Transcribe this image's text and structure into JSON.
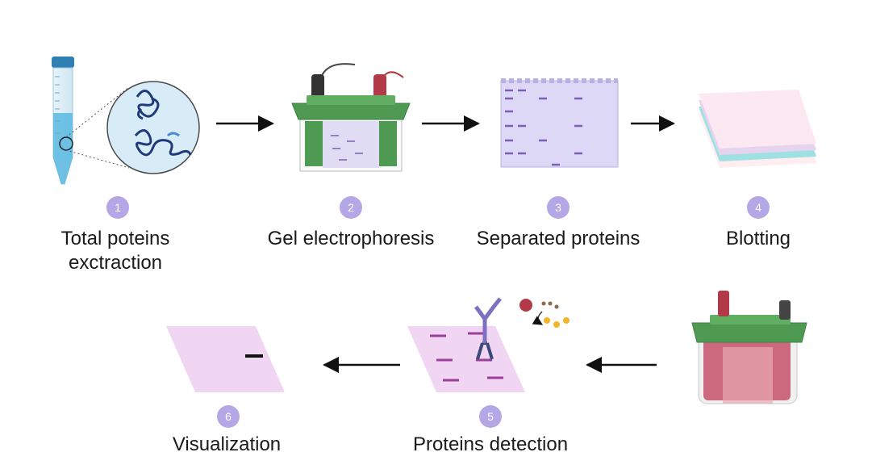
{
  "colors": {
    "badge": "#b3a7e6",
    "arrow": "#111111",
    "gel_green": "#4f9a52",
    "band_purple": "#7d5fb5",
    "membrane_pink": "#f3ddf5",
    "tube_blue": "#59b8e0"
  },
  "steps": [
    {
      "number": "1",
      "label_lines": [
        "Total poteins",
        "exctraction"
      ],
      "icon": "tube-with-protein-zoom-icon"
    },
    {
      "number": "2",
      "label_lines": [
        "Gel electrophoresis"
      ],
      "icon": "electrophoresis-apparatus-icon"
    },
    {
      "number": "3",
      "label_lines": [
        "Separated proteins"
      ],
      "icon": "separated-gel-icon"
    },
    {
      "number": "4",
      "label_lines": [
        "Blotting"
      ],
      "icon": "membrane-stack-icon"
    },
    {
      "number": "5",
      "label_lines": [
        "Proteins detection"
      ],
      "icon": "antibody-membrane-icon"
    },
    {
      "number": "6",
      "label_lines": [
        "Visualization"
      ],
      "icon": "visualized-membrane-icon"
    }
  ],
  "transfer_icon": "transfer-tank-icon"
}
